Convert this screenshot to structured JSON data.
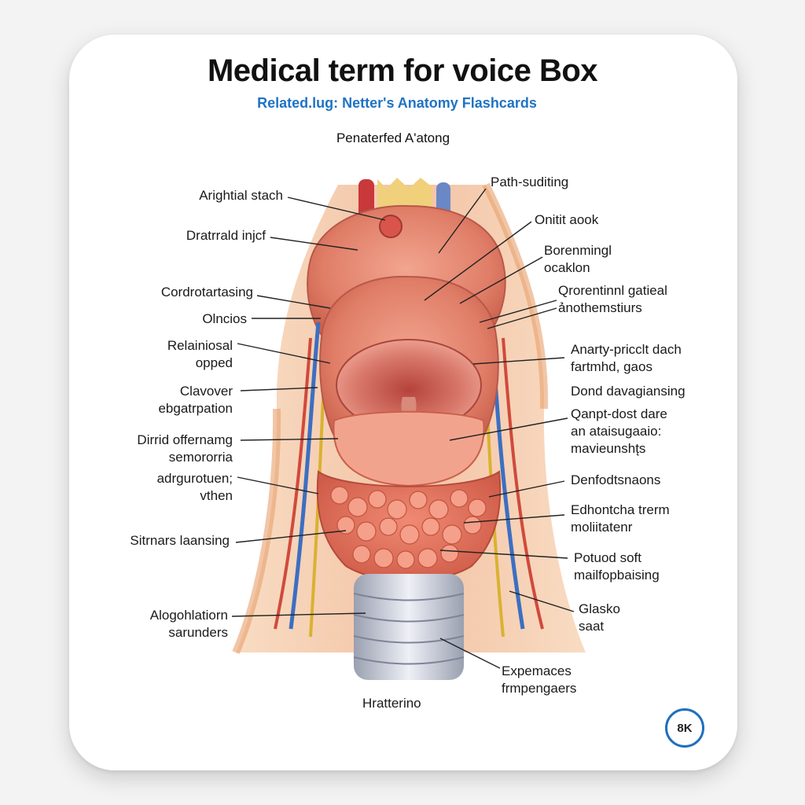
{
  "card": {
    "title": "Medical term for voice Box",
    "subtitle": "Related.lug: Netter's Anatomy Flashcards",
    "heading": "Penaterfed A'atong",
    "bottom_label": "Hratterino",
    "badge": "8K"
  },
  "labels_left": [
    [
      "Arightial stach"
    ],
    [
      "Dratrrald injcf"
    ],
    [
      "Cordrotartasing"
    ],
    [
      "Olncios"
    ],
    [
      "Relainiosal",
      "opped"
    ],
    [
      "Clavover",
      "ebgatrpation"
    ],
    [
      "Dirrid offernamg",
      "semororria"
    ],
    [
      "adrgurotuen;",
      "vthen"
    ],
    [
      "Sitrnars laansing"
    ],
    [
      "Alogohlatiorn",
      "sarunders"
    ]
  ],
  "labels_right": [
    [
      "Path-suditing"
    ],
    [
      "Onitit aook"
    ],
    [
      "Borenmingl",
      "ocaklon"
    ],
    [
      "Qrorentinnl gatieal",
      "ảnothemstiurs"
    ],
    [
      "Anarty-pricclt dach",
      "fartmhd, gaos"
    ],
    [
      "Dond davagiansing"
    ],
    [
      "Qanpt-dost dare",
      "an ataisugaaio:",
      "mavieunsht̨s"
    ],
    [
      "Denfodtsnaons"
    ],
    [
      "Edhontcha trerm",
      "moliitatenr"
    ],
    [
      "Potuod soft",
      "mailfopbaising"
    ],
    [
      "Glasko",
      "saat"
    ],
    [
      "Expemaces",
      "frmpengaers"
    ]
  ],
  "icons": [
    "larynx-illustration",
    "badge-circle"
  ]
}
